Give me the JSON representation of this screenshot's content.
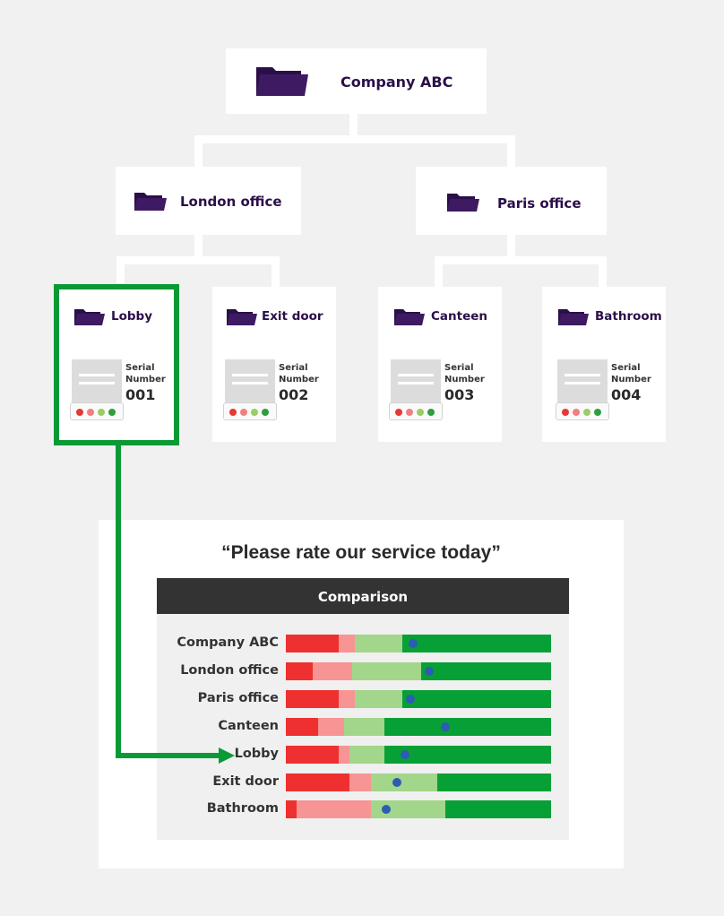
{
  "colors": {
    "node_text": "#2b0f48",
    "folder": "#2b0f48",
    "highlight": "#0a9a35",
    "bar_red": "#ee3030",
    "bar_pink": "#f79494",
    "bar_lightgreen": "#a2d68a",
    "bar_green": "#07a036",
    "marker": "#2d5cb3"
  },
  "tree": {
    "root": {
      "label": "Company ABC",
      "icon": "folder-icon"
    },
    "offices": [
      {
        "label": "London office",
        "icon": "folder-icon"
      },
      {
        "label": "Paris office",
        "icon": "folder-icon"
      }
    ],
    "locations": [
      {
        "label": "Lobby",
        "icon": "folder-icon",
        "serial_label": "Serial\nNumber",
        "serial": "001",
        "highlighted": true
      },
      {
        "label": "Exit door",
        "icon": "folder-icon",
        "serial_label": "Serial\nNumber",
        "serial": "002",
        "highlighted": false
      },
      {
        "label": "Canteen",
        "icon": "folder-icon",
        "serial_label": "Serial\nNumber",
        "serial": "003",
        "highlighted": false
      },
      {
        "label": "Bathroom",
        "icon": "folder-icon",
        "serial_label": "Serial\nNumber",
        "serial": "004",
        "highlighted": false
      }
    ],
    "device_button_colors": [
      "#e53935",
      "#f08080",
      "#9ccc65",
      "#2e9e3e"
    ]
  },
  "survey": {
    "question": "“Please rate our service today”"
  },
  "chart_data": {
    "type": "bar",
    "stacked": true,
    "orientation": "horizontal",
    "title": "Comparison",
    "categories": [
      "Company ABC",
      "London office",
      "Paris office",
      "Canteen",
      "Lobby",
      "Exit door",
      "Bathroom"
    ],
    "series": [
      {
        "color": "#ee3030",
        "values": [
          20,
          10,
          20,
          12,
          20,
          24,
          4
        ]
      },
      {
        "color": "#f79494",
        "values": [
          6,
          15,
          6,
          10,
          4,
          8,
          28
        ]
      },
      {
        "color": "#a2d68a",
        "values": [
          18,
          26,
          18,
          15,
          13,
          25,
          28
        ]
      },
      {
        "color": "#07a036",
        "values": [
          56,
          49,
          56,
          63,
          63,
          43,
          40
        ]
      }
    ],
    "markers": [
      48,
      54,
      47,
      60,
      45,
      42,
      38
    ],
    "xlim": [
      0,
      100
    ],
    "highlighted_category": "Lobby"
  }
}
